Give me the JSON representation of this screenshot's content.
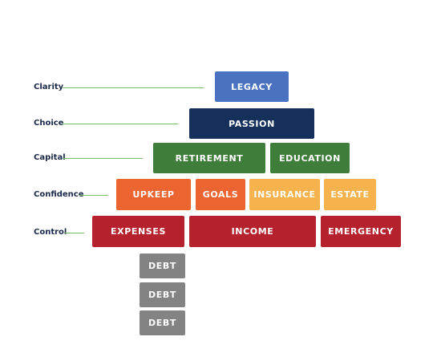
{
  "colors": {
    "legacy": "#4a72c0",
    "passion": "#16305c",
    "capital": "#3f7d3a",
    "upkeep": "#ec6430",
    "goals": "#ec6430",
    "insurance": "#f6b24d",
    "estate": "#f6b24d",
    "control": "#b5222d",
    "debt": "#838383",
    "connector": "#7fbf6a",
    "label": "#1b2a4a"
  },
  "levels": {
    "clarity": "Clarity",
    "choice": "Choice",
    "capital": "Capital",
    "confidence": "Confidence",
    "control": "Control"
  },
  "blocks": {
    "legacy": "LEGACY",
    "passion": "PASSION",
    "retirement": "RETIREMENT",
    "education": "EDUCATION",
    "upkeep": "UPKEEP",
    "goals": "GOALS",
    "insurance": "INSURANCE",
    "estate": "ESTATE",
    "expenses": "EXPENSES",
    "income": "INCOME",
    "emergency": "EMERGENCY",
    "debt": [
      "DEBT",
      "DEBT",
      "DEBT"
    ]
  }
}
